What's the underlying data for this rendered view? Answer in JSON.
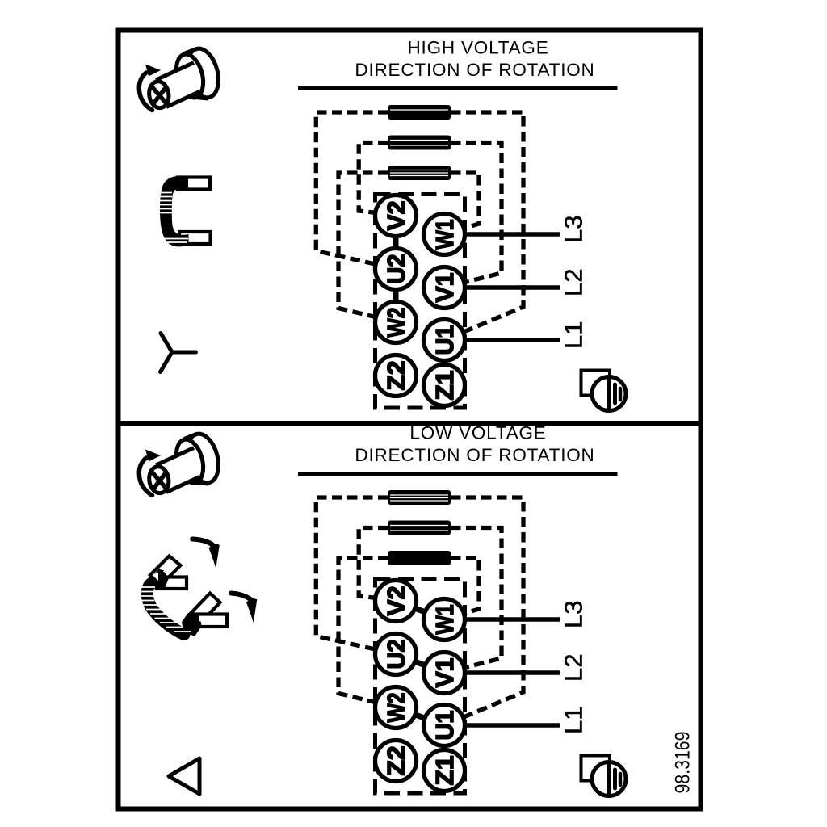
{
  "document": {
    "background_color": "#ffffff",
    "ink_color": "#000000",
    "drawing_number": "98.3169"
  },
  "panels": [
    {
      "id": "high-voltage",
      "title_line1": "HIGH VOLTAGE",
      "title_line2": "DIRECTION OF ROTATION",
      "connection_type": "star",
      "terminals": {
        "left": [
          "V2",
          "U2",
          "W2",
          "Z2"
        ],
        "right": [
          "W1",
          "V1",
          "U1",
          "Z1"
        ]
      },
      "terminal_links": [
        [
          "V2",
          "U2"
        ],
        [
          "U2",
          "W2"
        ]
      ],
      "supply_lines": [
        {
          "terminal": "W1",
          "label": "L3"
        },
        {
          "terminal": "V1",
          "label": "L2"
        },
        {
          "terminal": "U1",
          "label": "L1"
        }
      ],
      "windings": [
        {
          "coil": 1,
          "from": "U2",
          "to": "U1"
        },
        {
          "coil": 2,
          "from": "V2",
          "to": "V1"
        },
        {
          "coil": 3,
          "from": "W2",
          "to": "W1"
        }
      ],
      "icons": [
        "screw-rotation",
        "jumper-bracket",
        "star-symbol",
        "earth-terminal"
      ]
    },
    {
      "id": "low-voltage",
      "title_line1": "LOW VOLTAGE",
      "title_line2": "DIRECTION OF ROTATION",
      "connection_type": "delta",
      "terminals": {
        "left": [
          "V2",
          "U2",
          "W2",
          "Z2"
        ],
        "right": [
          "W1",
          "V1",
          "U1",
          "Z1"
        ]
      },
      "terminal_links": [
        [
          "V2",
          "W1"
        ],
        [
          "U2",
          "V1"
        ],
        [
          "W2",
          "U1"
        ]
      ],
      "supply_lines": [
        {
          "terminal": "W1",
          "label": "L3"
        },
        {
          "terminal": "V1",
          "label": "L2"
        },
        {
          "terminal": "U1",
          "label": "L1"
        }
      ],
      "windings": [
        {
          "coil": 1,
          "from": "U2",
          "to": "U1"
        },
        {
          "coil": 2,
          "from": "V2",
          "to": "V1"
        },
        {
          "coil": 3,
          "from": "W2",
          "to": "W1"
        }
      ],
      "icons": [
        "screw-rotation",
        "jumper-bracket-rotated",
        "delta-symbol",
        "earth-terminal"
      ]
    }
  ]
}
